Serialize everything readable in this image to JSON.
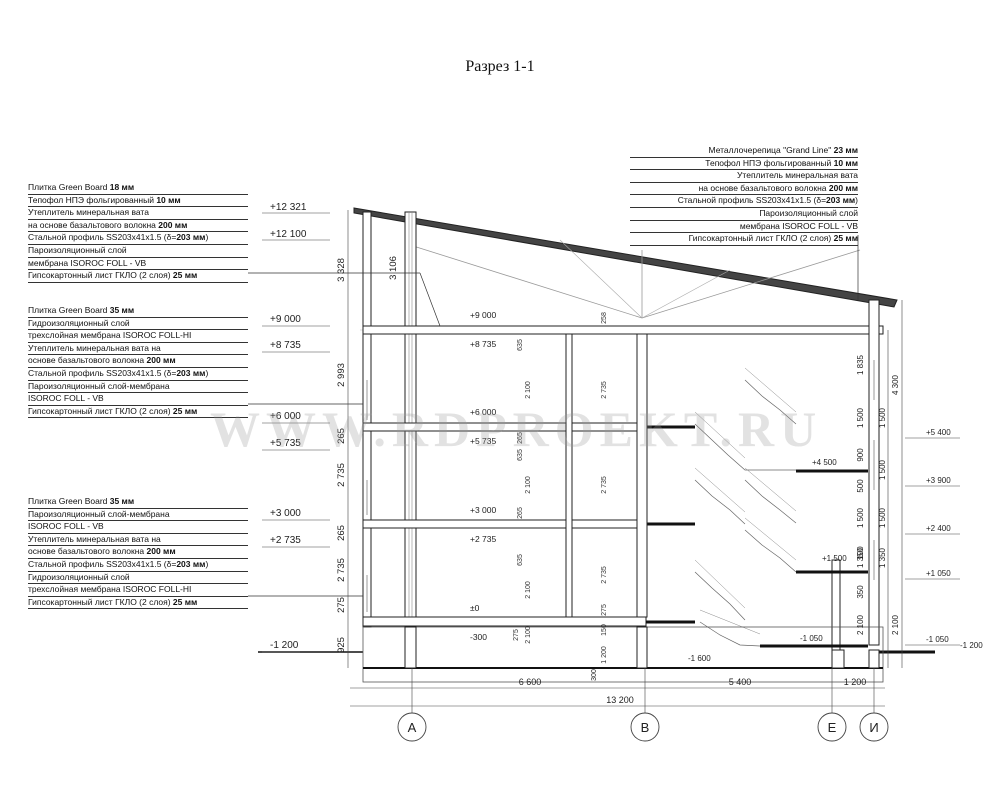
{
  "title": "Разрез 1-1",
  "watermark": "WWW.RDPROEKT.RU",
  "roof_layers": [
    {
      "text": "Металлочерепица \"Grand Line\"",
      "bold": " 23 мм"
    },
    {
      "text": "Тепофол НПЭ фольгированный",
      "bold": " 10 мм"
    },
    {
      "text": "Утеплитель минеральная вата",
      "bold": ""
    },
    {
      "text": "на основе базальтового волокна",
      "bold": " 200 мм"
    },
    {
      "text": "Стальной профиль SS203x41x1.5 (δ=",
      "bold": "203 мм",
      "suffix": ")"
    },
    {
      "text": "Пароизоляционный слой",
      "bold": ""
    },
    {
      "text": "мембрана ISOROC FOLL - VB",
      "bold": ""
    },
    {
      "text": "Гипсокартонный лист ГКЛО (2 слоя)",
      "bold": " 25 мм"
    }
  ],
  "attic_floor_layers": [
    {
      "text": "Плитка Green Board",
      "bold": " 18 мм"
    },
    {
      "text": "Тепофол НПЭ фольгированный",
      "bold": " 10 мм"
    },
    {
      "text": "Утеплитель минеральная вата",
      "bold": ""
    },
    {
      "text": "на основе базальтового волокна",
      "bold": " 200 мм"
    },
    {
      "text": "Стальной профиль SS203x41x1.5 (δ=",
      "bold": "203 мм",
      "suffix": ")"
    },
    {
      "text": "Пароизоляционный слой",
      "bold": ""
    },
    {
      "text": "мембрана ISOROC FOLL - VB",
      "bold": ""
    },
    {
      "text": "Гипсокартонный лист ГКЛО (2 слоя)",
      "bold": " 25 мм"
    }
  ],
  "floor3_layers": [
    {
      "text": "Плитка Green Board",
      "bold": " 35 мм"
    },
    {
      "text": "Гидроизоляционный слой",
      "bold": ""
    },
    {
      "text": "трехслойная мембрана ISOROC FOLL-HI",
      "bold": ""
    },
    {
      "text": "Утеплитель минеральная вата на",
      "bold": ""
    },
    {
      "text": "основе базальтового волокна",
      "bold": " 200 мм"
    },
    {
      "text": "Стальной профиль SS203x41x1.5 (δ=",
      "bold": "203 мм",
      "suffix": ")"
    },
    {
      "text": "Пароизоляционный слой-мембрана",
      "bold": ""
    },
    {
      "text": "ISOROC FOLL - VB",
      "bold": ""
    },
    {
      "text": "Гипсокартонный лист ГКЛО (2 слоя)",
      "bold": " 25 мм"
    }
  ],
  "floor2_layers": [
    {
      "text": "Плитка Green Board",
      "bold": " 35 мм"
    },
    {
      "text": "Пароизоляционный слой-мембрана",
      "bold": ""
    },
    {
      "text": "ISOROC FOLL - VB",
      "bold": ""
    },
    {
      "text": "Утеплитель минеральная вата на",
      "bold": ""
    },
    {
      "text": "основе базальтового волокна",
      "bold": " 200 мм"
    },
    {
      "text": "Стальной профиль SS203x41x1.5 (δ=",
      "bold": "203 мм",
      "suffix": ")"
    },
    {
      "text": "Гидроизоляционный слой",
      "bold": ""
    },
    {
      "text": "трехслойная мембрана ISOROC FOLL-HI",
      "bold": ""
    },
    {
      "text": "Гипсокартонный лист ГКЛО (2 слоя)",
      "bold": " 25 мм"
    }
  ],
  "level_marks_left": [
    "+12 321",
    "+12 100",
    "+9 000",
    "+8 735",
    "+6 000",
    "+5 735",
    "+3 000",
    "+2 735",
    "-1 200"
  ],
  "level_marks_inner": [
    "+9 000",
    "+8 735",
    "+6 000",
    "+5 735",
    "+3 000",
    "+2 735",
    "±0",
    "-300"
  ],
  "level_marks_stair": [
    "+4 500",
    "+1 500",
    "-1 050",
    "-1 600"
  ],
  "level_marks_right": [
    "+5 400",
    "+3 900",
    "+2 400",
    "+1 050",
    "-1 050",
    "-1 200"
  ],
  "dims_left_vertical": [
    "3 328",
    "2 993",
    "265",
    "2 735",
    "265",
    "2 735",
    "275",
    "925"
  ],
  "dims_inner_vertical": [
    "3 106"
  ],
  "dims_mid_vertical": [
    "258",
    "635",
    "2 100",
    "2 735",
    "265",
    "635",
    "2 100",
    "2 735",
    "265",
    "635",
    "2 100",
    "2 735",
    "275",
    "150",
    "1 200",
    "2 100",
    "275"
  ],
  "dims_right_vertical": [
    "1 835",
    "1 500",
    "900",
    "500",
    "1 500",
    "100",
    "1 350",
    "350",
    "2 100",
    "4 300",
    "1 500",
    "1 500",
    "1 500",
    "1 350",
    "2 100"
  ],
  "dims_horizontal": [
    "6 600",
    "5 400",
    "1 200"
  ],
  "dim_total": "13 200",
  "dim_small": "300",
  "axes": [
    "А",
    "В",
    "Е",
    "И"
  ],
  "colors": {
    "line": "#222222",
    "thin": "#555555",
    "gray": "#9a9a9a"
  }
}
